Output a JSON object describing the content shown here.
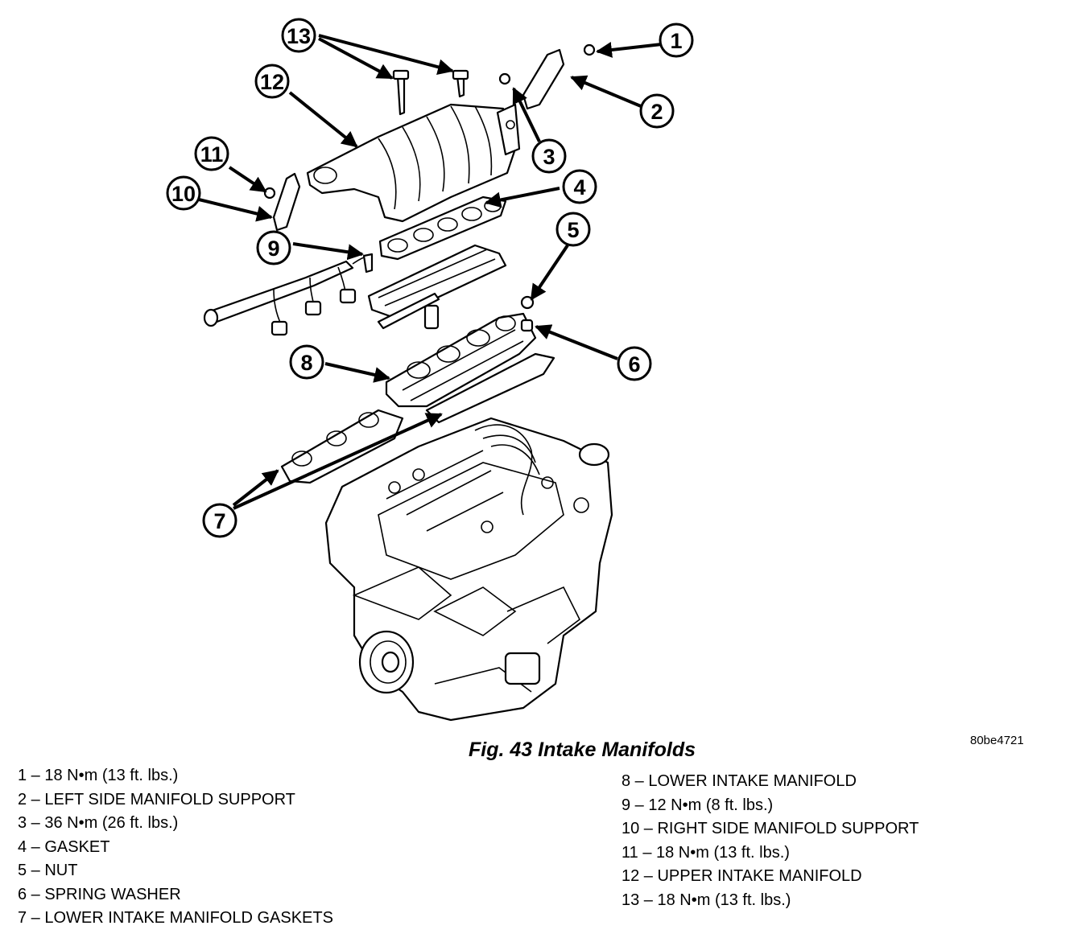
{
  "figure": {
    "caption": "Fig. 43 Intake Manifolds",
    "code": "80be4721"
  },
  "callouts": [
    "1",
    "2",
    "3",
    "4",
    "5",
    "6",
    "7",
    "8",
    "9",
    "10",
    "11",
    "12",
    "13"
  ],
  "legend": {
    "left": [
      "1 – 18 N•m (13 ft. lbs.)",
      "2 – LEFT SIDE MANIFOLD SUPPORT",
      "3 – 36 N•m (26 ft. lbs.)",
      "4 – GASKET",
      "5 – NUT",
      "6 – SPRING WASHER",
      "7 – LOWER INTAKE MANIFOLD GASKETS"
    ],
    "right": [
      "8 – LOWER INTAKE MANIFOLD",
      "9 – 12 N•m (8 ft. lbs.)",
      "10 – RIGHT SIDE MANIFOLD SUPPORT",
      "11 – 18 N•m (13 ft. lbs.)",
      "12 – UPPER INTAKE MANIFOLD",
      "13 – 18 N•m (13 ft. lbs.)"
    ]
  }
}
